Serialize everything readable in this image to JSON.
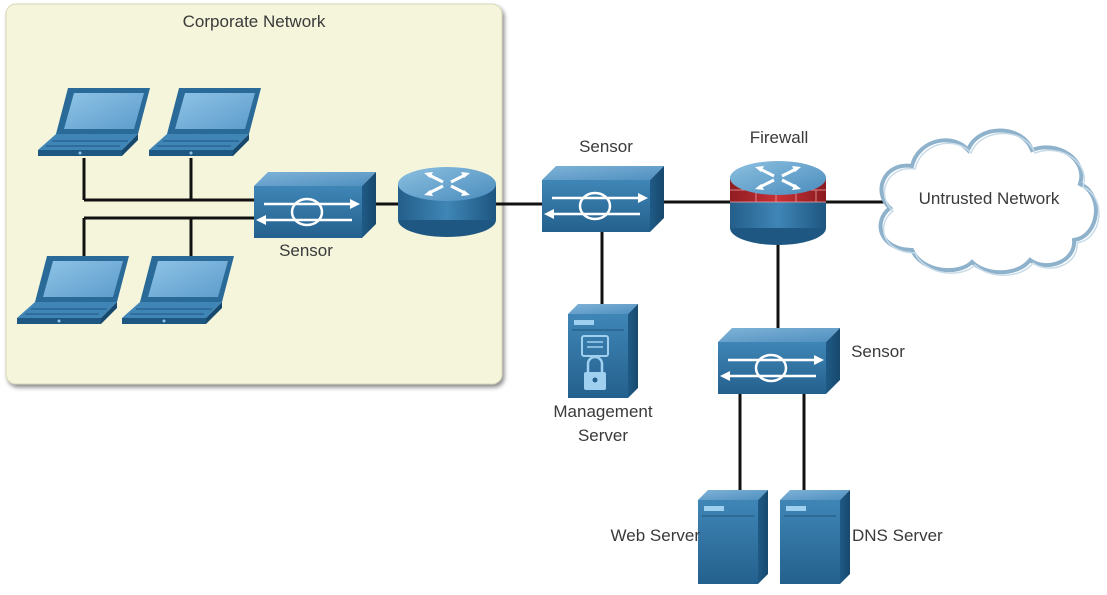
{
  "diagram": {
    "zone": {
      "label": "Corporate Network"
    },
    "cloud": {
      "label": "Untrusted Network"
    },
    "labels": {
      "sensor_corp": "Sensor",
      "sensor_mid": "Sensor",
      "sensor_dmz": "Sensor",
      "firewall": "Firewall",
      "management_server_line1": "Management",
      "management_server_line2": "Server",
      "web_server": "Web Server",
      "dns_server": "DNS Server"
    },
    "colors": {
      "zone_fill": "#f5f5dc",
      "device_blue": "#2f76a6",
      "firewall_brick": "#b5262c",
      "cloud_outline": "#8fb2cc",
      "link": "#111111"
    }
  }
}
